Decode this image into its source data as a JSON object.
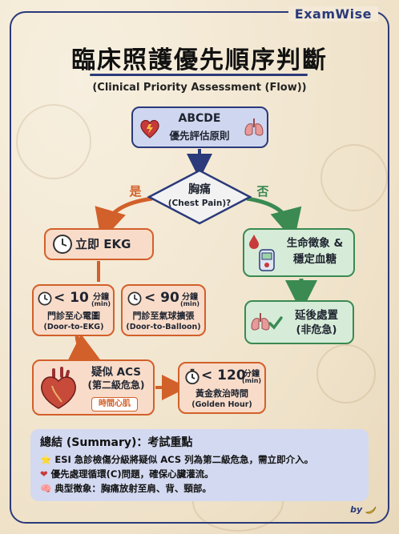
{
  "brand": "ExamWise",
  "title": "臨床照護優先順序判斷",
  "subtitle": "(Clinical Priority Assessment (Flow))",
  "abcde": {
    "line1": "ABCDE",
    "line2": "優先評估原則"
  },
  "decision": {
    "zh": "胸痛",
    "en": "(Chest Pain)?"
  },
  "yes_label": "是",
  "no_label": "否",
  "ekg": {
    "label": "立即 EKG"
  },
  "door_ekg": {
    "value": "< 10",
    "unit_zh": "分鐘",
    "unit_en": "(min)",
    "zh": "門診至心電圖",
    "en": "(Door-to-EKG)"
  },
  "door_balloon": {
    "value": "< 90",
    "unit_zh": "分鐘",
    "unit_en": "(min)",
    "zh": "門診至氣球擴張",
    "en": "(Door-to-Balloon)"
  },
  "acs": {
    "line1": "疑似 ACS",
    "line2": "(第二級危急)",
    "tag": "時間心肌"
  },
  "golden": {
    "value": "< 120",
    "unit_zh": "分鐘",
    "unit_en": "(min)",
    "zh": "黃金救治時間",
    "en": "(Golden Hour)"
  },
  "vitals": {
    "line1": "生命徵象 &",
    "line2": "穩定血糖"
  },
  "delay": {
    "line1": "延後處置",
    "line2": "(非危急)"
  },
  "summary": {
    "title": "總結 (Summary)：考試重點",
    "items": [
      {
        "icon": "⭐",
        "text": "ESI 急診檢傷分級將疑似 ACS 列為第二級危急，需立即介入。"
      },
      {
        "icon": "❤",
        "text": "優先處理循環(C)問題，確保心臟灌流。"
      },
      {
        "icon": "🧠",
        "text": "典型徵象：胸痛放射至肩、背、頸部。"
      }
    ]
  },
  "signature": "by",
  "colors": {
    "navy": "#2a3a7a",
    "orange": "#d2602a",
    "green": "#3a8a52",
    "red": "#c83a3a"
  }
}
